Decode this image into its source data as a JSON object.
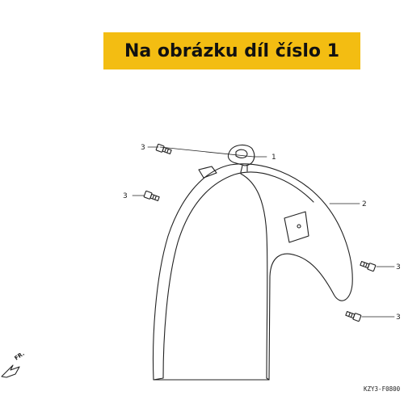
{
  "banner": {
    "text": "Na obrázku díl číslo 1",
    "background": "#f3bd12"
  },
  "callouts": [
    {
      "id": "callout-1",
      "label": "1",
      "part": "hook-clip"
    },
    {
      "id": "callout-2",
      "label": "2",
      "part": "front-fender"
    },
    {
      "id": "callout-3a",
      "label": "3",
      "part": "bolt-upper-left"
    },
    {
      "id": "callout-3b",
      "label": "3",
      "part": "bolt-middle-left"
    },
    {
      "id": "callout-3c",
      "label": "3",
      "part": "bolt-right-upper"
    },
    {
      "id": "callout-3d",
      "label": "3",
      "part": "bolt-right-lower"
    }
  ],
  "direction_label": "FR.",
  "diagram_code": "KZY3-F0800",
  "line_color": "#222222"
}
